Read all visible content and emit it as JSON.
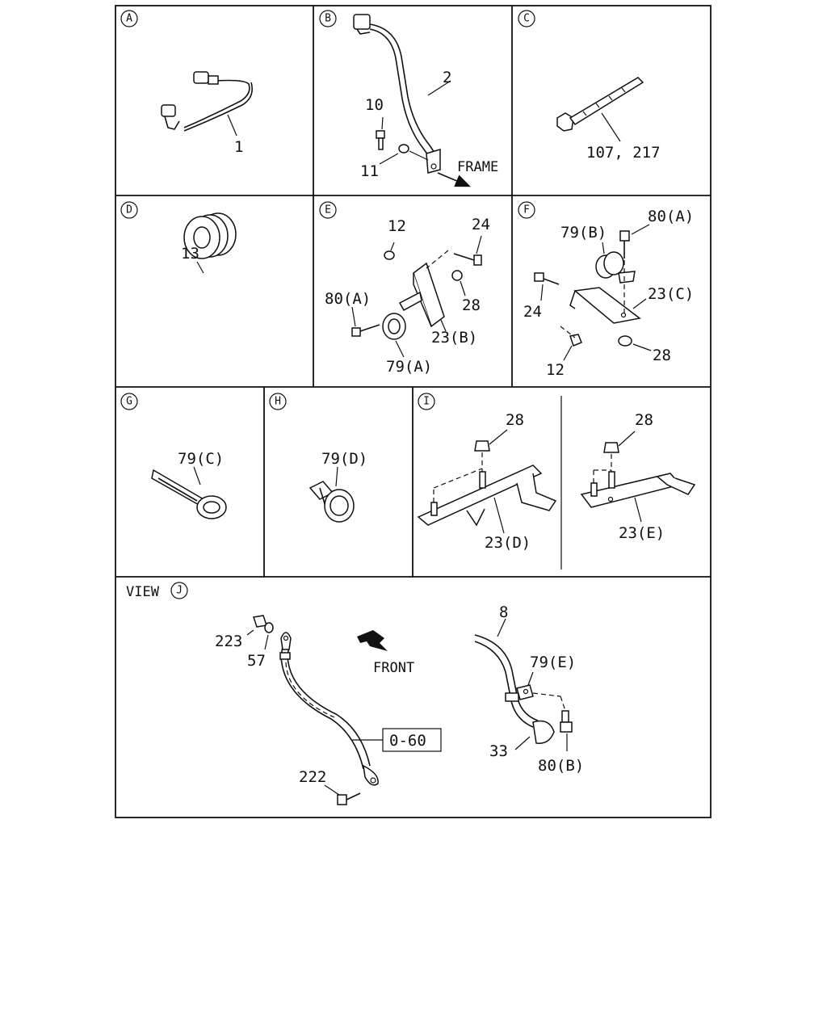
{
  "panels": {
    "A": {
      "letter": "A",
      "labels": [
        "1"
      ]
    },
    "B": {
      "letter": "B",
      "labels": [
        "2",
        "10",
        "11",
        "FRAME"
      ]
    },
    "C": {
      "letter": "C",
      "labels": [
        "107, 217"
      ]
    },
    "D": {
      "letter": "D",
      "labels": [
        "13"
      ]
    },
    "E": {
      "letter": "E",
      "labels": [
        "12",
        "24",
        "80(A)",
        "28",
        "23(B)",
        "79(A)"
      ]
    },
    "F": {
      "letter": "F",
      "labels": [
        "79(B)",
        "80(A)",
        "23(C)",
        "24",
        "28",
        "12"
      ]
    },
    "G": {
      "letter": "G",
      "labels": [
        "79(C)"
      ]
    },
    "H": {
      "letter": "H",
      "labels": [
        "79(D)"
      ]
    },
    "I": {
      "letter": "I",
      "labels": [
        "28",
        "23(D)",
        "28",
        "23(E)"
      ]
    },
    "J": {
      "prefix": "VIEW",
      "letter": "J",
      "labels": [
        "223",
        "57",
        "FRONT",
        "0-60",
        "222",
        "8",
        "79(E)",
        "33",
        "80(B)"
      ]
    }
  }
}
